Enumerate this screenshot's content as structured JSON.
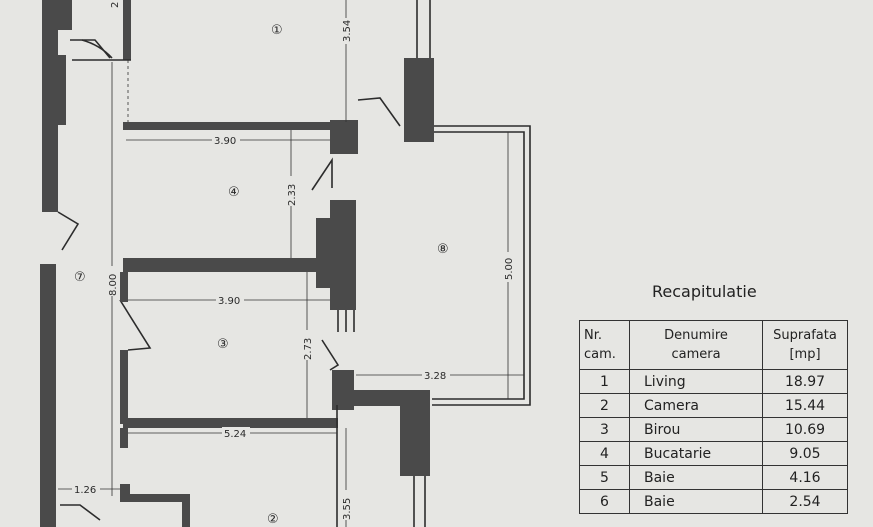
{
  "rooms": {
    "r1": "①",
    "r2": "②",
    "r3": "③",
    "r4": "④",
    "r7": "⑦",
    "r8": "⑧"
  },
  "dimensions": {
    "d_354": "3.54",
    "d_390a": "3.90",
    "d_233": "2.33",
    "d_500": "5.00",
    "d_800": "8.00",
    "d_390b": "3.90",
    "d_273": "2.73",
    "d_328": "3.28",
    "d_524": "5.24",
    "d_126": "1.26",
    "d_355": "3.55",
    "d_2top": "2"
  },
  "recap": {
    "title": "Recapitulatie",
    "headers": {
      "nr": [
        "Nr.",
        "cam."
      ],
      "name": [
        "Denumire",
        "camera"
      ],
      "area": [
        "Suprafata",
        "[mp]"
      ]
    },
    "rows": [
      {
        "nr": "1",
        "name": "Living",
        "area": "18.97"
      },
      {
        "nr": "2",
        "name": "Camera",
        "area": "15.44"
      },
      {
        "nr": "3",
        "name": "Birou",
        "area": "10.69"
      },
      {
        "nr": "4",
        "name": "Bucatarie",
        "area": "9.05"
      },
      {
        "nr": "5",
        "name": "Baie",
        "area": "4.16"
      },
      {
        "nr": "6",
        "name": "Baie",
        "area": "2.54"
      }
    ]
  },
  "colors": {
    "paper": "#e6e6e3",
    "wall": "#4a4a4a",
    "ink": "#222222"
  }
}
